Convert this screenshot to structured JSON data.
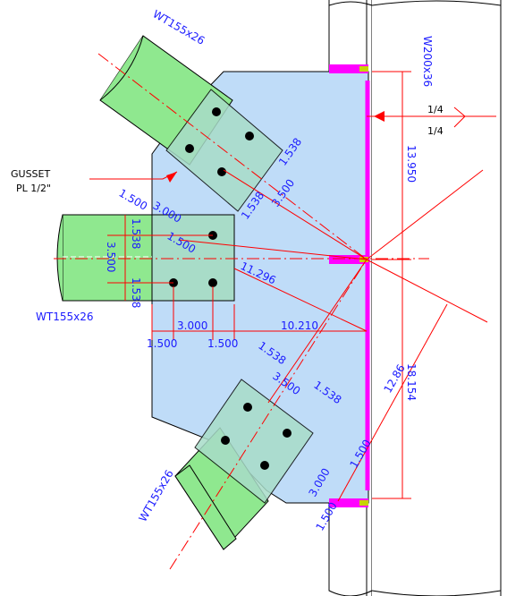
{
  "labels": {
    "column": "W200x36",
    "brace_top_left": "WT155x26",
    "brace_left": "WT155x26",
    "brace_bottom_left": "WT155x26",
    "gusset_title": "GUSSET",
    "gusset_plate": "PL 1/2\"",
    "weld_top": "1/4",
    "weld_bottom": "1/4"
  },
  "dimensions": {
    "d13950": "13.950",
    "d18154": "18.154",
    "d12866": "12.86",
    "d11296": "11.296",
    "d10210": "10.210",
    "d3000_left": "3.000",
    "d1500_left_a": "1.500",
    "d1500_left_b": "1.500",
    "d1538_left_a": "1.538",
    "d3500_left": "3.500",
    "d1538_left_b": "1.538",
    "d1538_tr_a": "1.538",
    "d3500_tr": "3.500",
    "d1538_tr_b": "1.538",
    "d1500_tl": "1.500",
    "d3000_tl": "3.000",
    "d1500_tl_b": "1.500",
    "d1538_br_a": "1.538",
    "d3500_br": "3.500",
    "d1538_br_b": "1.538",
    "d3000_br": "3.000",
    "d1500_br_a": "1.500",
    "d1500_br_b": "1.500"
  },
  "colors": {
    "gusset_fill": "#bfdcf8",
    "brace_fill": "#8fe88f",
    "splice_fill": "#a8dcc8",
    "dim_red": "#ff0000",
    "text_blue": "#1a1aff",
    "weld_magenta": "#ff00ff"
  }
}
